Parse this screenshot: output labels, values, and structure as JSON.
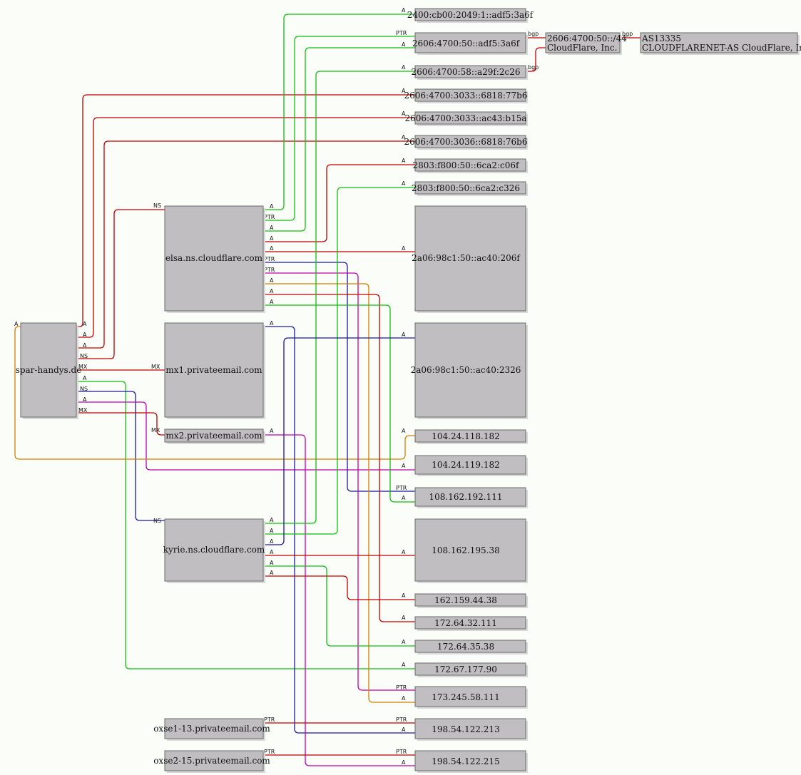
{
  "colors": {
    "A": "#d20000",
    "A_green": "#10c010",
    "NS": "#c00000",
    "MX": "#c00000",
    "PTR": "#1a1a9a",
    "magenta": "#c000b0",
    "orange": "#d08000",
    "bgp": "#c00000"
  },
  "nodes": {
    "root": {
      "label": "spar-handys.de"
    },
    "elsa": {
      "label": "elsa.ns.cloudflare.com"
    },
    "mx1": {
      "label": "mx1.privateemail.com"
    },
    "mx2": {
      "label": "mx2.privateemail.com"
    },
    "kyrie": {
      "label": "kyrie.ns.cloudflare.com"
    },
    "oxse1": {
      "label": "oxse1-13.privateemail.com"
    },
    "oxse2": {
      "label": "oxse2-15.privateemail.com"
    },
    "ip1": {
      "label": "2400:cb00:2049:1::adf5:3a6f"
    },
    "ip2": {
      "label": "2606:4700:50::adf5:3a6f"
    },
    "ip3": {
      "label": "2606:4700:58::a29f:2c26"
    },
    "ip4": {
      "label": "2606:4700:3033::6818:77b6"
    },
    "ip5": {
      "label": "2606:4700:3033::ac43:b15a"
    },
    "ip6": {
      "label": "2606:4700:3036::6818:76b6"
    },
    "ip7": {
      "label": "2803:f800:50::6ca2:c06f"
    },
    "ip8": {
      "label": "2803:f800:50::6ca2:c326"
    },
    "ip9": {
      "label": "2a06:98c1:50::ac40:206f"
    },
    "ip10": {
      "label": "2a06:98c1:50::ac40:2326"
    },
    "ip11": {
      "label": "104.24.118.182"
    },
    "ip12": {
      "label": "104.24.119.182"
    },
    "ip13": {
      "label": "108.162.192.111"
    },
    "ip14": {
      "label": "108.162.195.38"
    },
    "ip15": {
      "label": "162.159.44.38"
    },
    "ip16": {
      "label": "172.64.32.111"
    },
    "ip17": {
      "label": "172.64.35.38"
    },
    "ip18": {
      "label": "172.67.177.90"
    },
    "ip19": {
      "label": "173.245.58.111"
    },
    "ip20": {
      "label": "198.54.122.213"
    },
    "ip21": {
      "label": "198.54.122.215"
    },
    "prefix": {
      "line1": "2606:4700:50::/44",
      "line2": "CloudFlare, Inc."
    },
    "asn": {
      "line1": "AS13335",
      "line2": "CLOUDFLARENET-AS CloudFlare, Inc."
    }
  },
  "edge_labels": {
    "A": "A",
    "NS": "NS",
    "MX": "MX",
    "PTR": "PTR",
    "bgp": "bgp"
  }
}
